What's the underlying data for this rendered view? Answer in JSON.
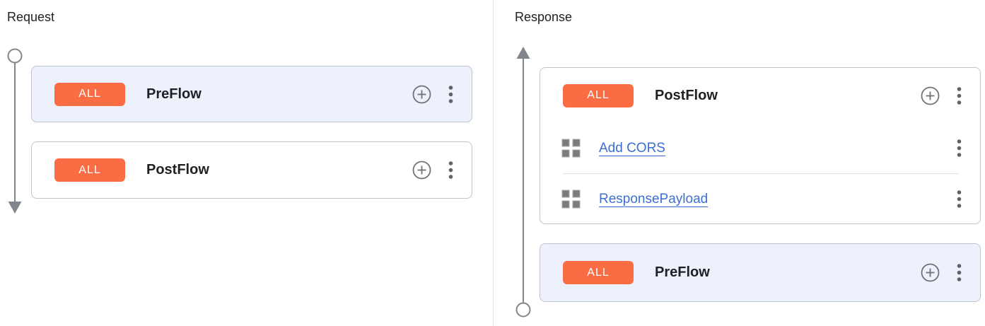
{
  "colors": {
    "accent_badge": "#fa6c44",
    "link_blue": "#3b6fd6",
    "highlight_card_bg": "#edf1fc",
    "card_border": "#bfc4cc",
    "timeline_gray": "#80868b"
  },
  "panels": {
    "request": {
      "title": "Request",
      "flows": [
        {
          "badge": "ALL",
          "name": "PreFlow",
          "highlighted": true,
          "policies": []
        },
        {
          "badge": "ALL",
          "name": "PostFlow",
          "highlighted": false,
          "policies": []
        }
      ]
    },
    "response": {
      "title": "Response",
      "flows": [
        {
          "badge": "ALL",
          "name": "PostFlow",
          "highlighted": false,
          "policies": [
            {
              "label": "Add CORS"
            },
            {
              "label": "ResponsePayload"
            }
          ]
        },
        {
          "badge": "ALL",
          "name": "PreFlow",
          "highlighted": true,
          "policies": []
        }
      ]
    }
  },
  "icons": {
    "add_policy": "plus-circle-icon",
    "flow_menu": "kebab-menu-icon",
    "policy_type": "grid-icon",
    "request_direction": "arrow-down-timeline",
    "response_direction": "arrow-up-timeline"
  }
}
